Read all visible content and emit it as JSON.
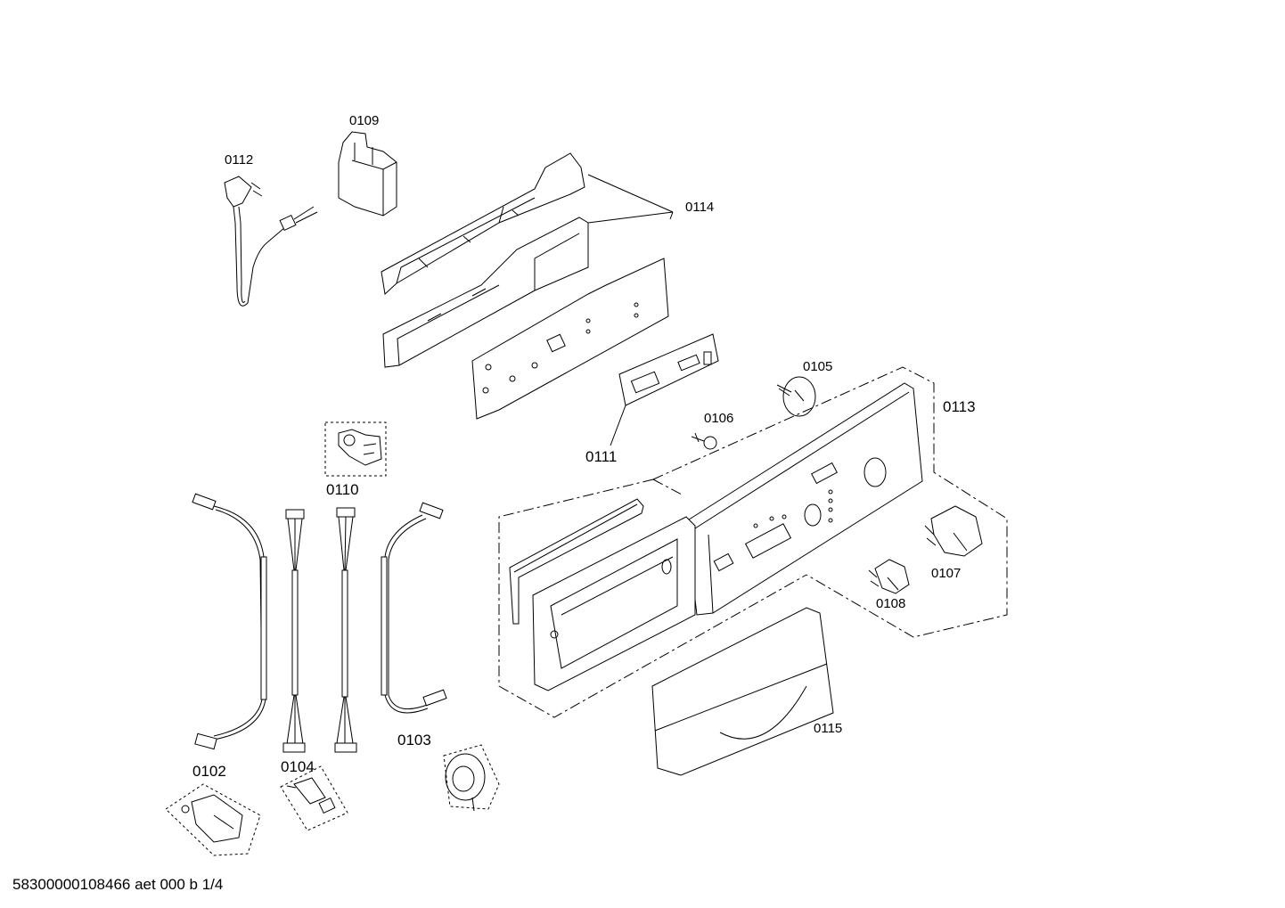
{
  "labels": {
    "p0112": "0112",
    "p0109": "0109",
    "p0114": "0114",
    "p0105": "0105",
    "p0113": "0113",
    "p0106": "0106",
    "p0111": "0111",
    "p0110": "0110",
    "p0107": "0107",
    "p0108": "0108",
    "p0115": "0115",
    "p0103": "0103",
    "p0102": "0102",
    "p0104": "0104"
  },
  "footer": "58300000108466 aet 000 b 1/4"
}
